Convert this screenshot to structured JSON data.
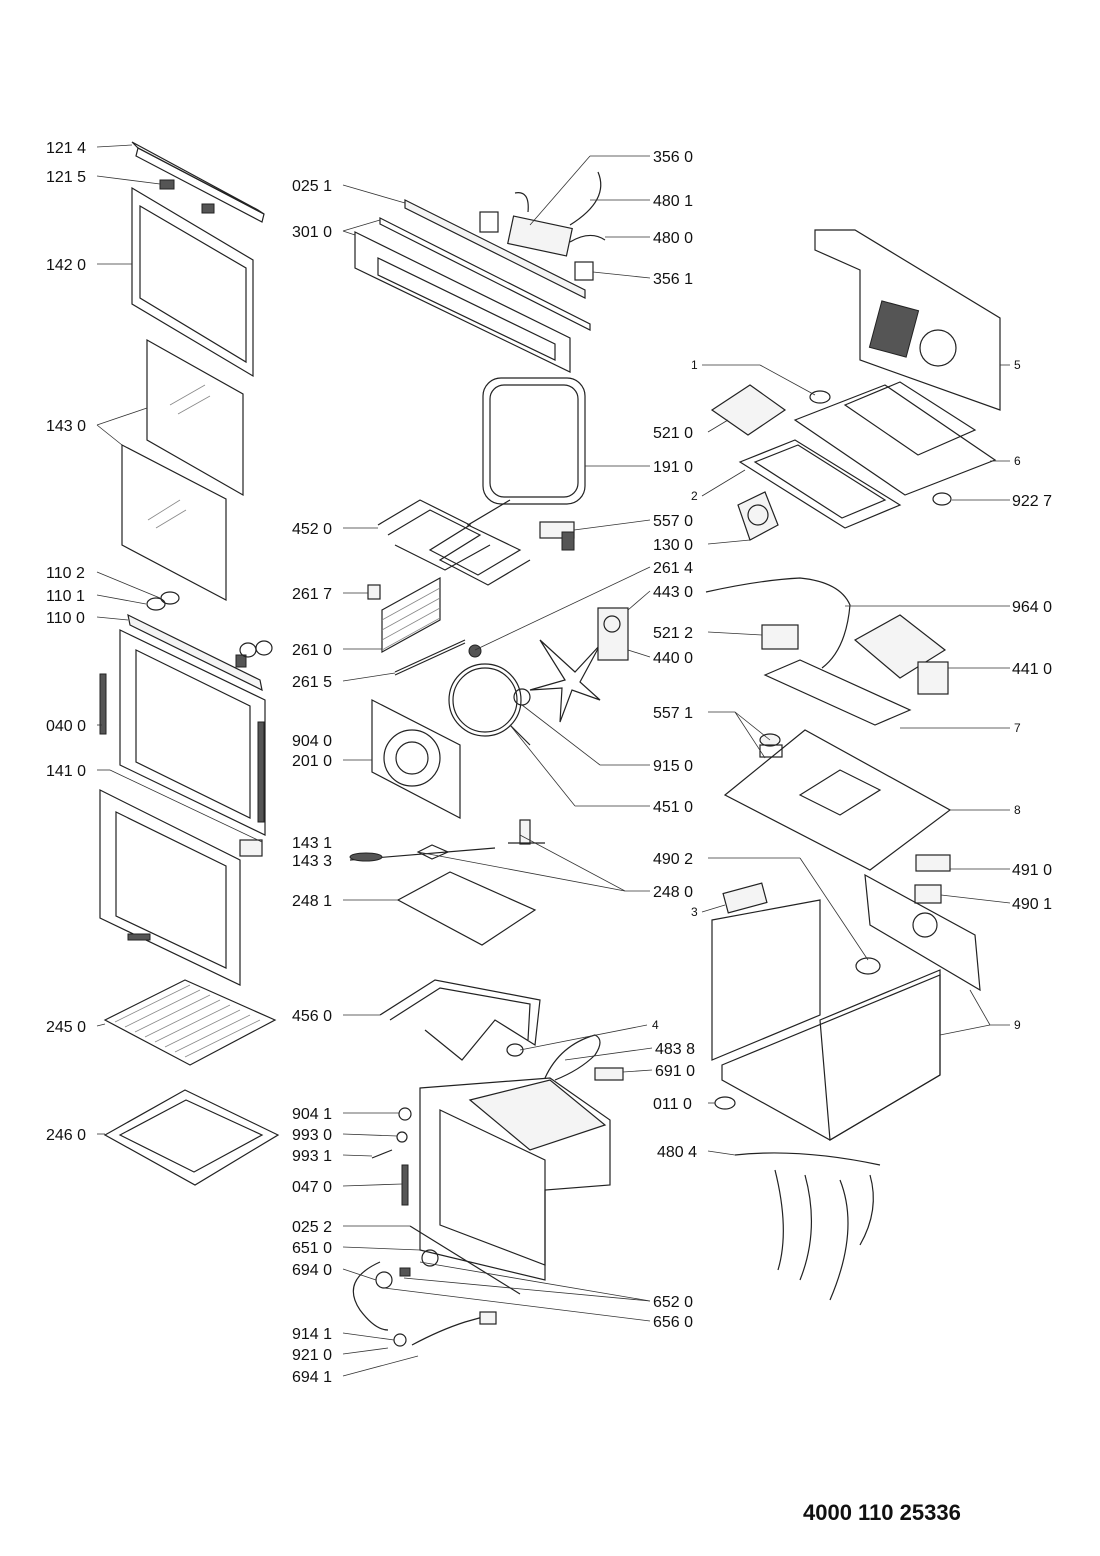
{
  "document_number": "4000 110 25336",
  "labels": {
    "l1214": "121 4",
    "l1215": "121 5",
    "l1420": "142 0",
    "l1430": "143 0",
    "l1102": "110 2",
    "l1101": "110 1",
    "l1100": "110 0",
    "l0400": "040 0",
    "l1410": "141 0",
    "l2450": "245 0",
    "l2460": "246 0",
    "l0251": "025 1",
    "l3010": "301 0",
    "l4520": "452 0",
    "l2617": "261 7",
    "l2610": "261 0",
    "l2615": "261 5",
    "l9040": "904 0",
    "l2010": "201 0",
    "l1431": "143 1",
    "l1433": "143 3",
    "l2481": "248 1",
    "l4560": "456 0",
    "l9041": "904 1",
    "l9930": "993 0",
    "l9931": "993 1",
    "l0470": "047 0",
    "l0252": "025 2",
    "l6510": "651 0",
    "l6940": "694 0",
    "l9141": "914 1",
    "l9210": "921 0",
    "l6941": "694 1",
    "l3560": "356 0",
    "l4801": "480 1",
    "l4800": "480 0",
    "l3561": "356 1",
    "l1910": "191 0",
    "l5570": "557 0",
    "l2614": "261 4",
    "l4430": "443 0",
    "l4400": "440 0",
    "l9150": "915 0",
    "l4510": "451 0",
    "l2480": "248 0",
    "l4838": "483 8",
    "l6910": "691 0",
    "l6520": "652 0",
    "l6560": "656 0",
    "l5210": "521 0",
    "l1300": "130 0",
    "l5212": "521 2",
    "l5571": "557 1",
    "l4902": "490 2",
    "l0110": "011 0",
    "l4804": "480 4",
    "n1": "1",
    "n2": "2",
    "n3": "3",
    "n4": "4",
    "l9227": "922 7",
    "l9640": "964 0",
    "l4410": "441 0",
    "l4910": "491 0",
    "l4901": "490 1",
    "n5": "5",
    "n6": "6",
    "n7": "7",
    "n8": "8",
    "n9": "9"
  }
}
